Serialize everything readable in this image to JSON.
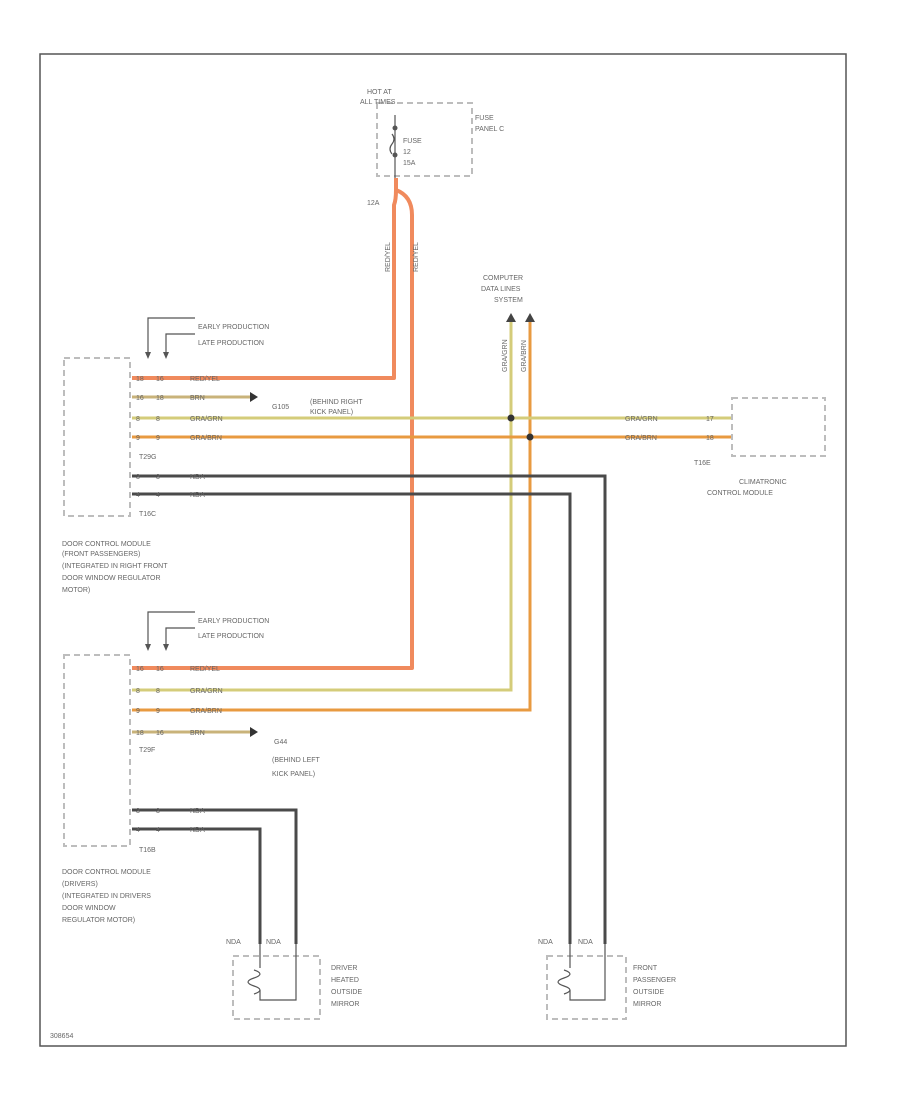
{
  "colors": {
    "red_yel": "#f08a5d",
    "gra_yel": "#d4cc7a",
    "gra_grn": "#c8cc6e",
    "gra_brn": "#e89a40",
    "brn": "#c9b37a",
    "nda": "#4a4a4a",
    "frame": "#555555",
    "box": "#bdbdbd"
  },
  "fuse": {
    "hot_label": [
      "HOT AT",
      "ALL TIMES"
    ],
    "fuse_label": [
      "FUSE",
      "12",
      "15A"
    ],
    "panel_label": [
      "FUSE",
      "PANEL C"
    ],
    "pin_label": "12A"
  },
  "computer": [
    "COMPUTER",
    "DATA LINES",
    "SYSTEM"
  ],
  "wire_codes": {
    "red_yel": "RED/YEL",
    "brn": "BRN",
    "gra_yel": "GRA/GRN",
    "gra_brn": "GRA/BRN",
    "nda": "NDA"
  },
  "pins": {
    "m1": [
      [
        "18",
        "16"
      ],
      [
        "16",
        "18"
      ],
      [
        "8",
        "8"
      ],
      [
        "9",
        "9"
      ]
    ],
    "m1_lower": [
      [
        "3",
        "3"
      ],
      [
        "4",
        "4"
      ]
    ],
    "m2": [
      [
        "16",
        "16"
      ],
      [
        "8",
        "8"
      ],
      [
        "9",
        "9"
      ],
      [
        "18",
        "16"
      ]
    ],
    "m2_lower": [
      [
        "3",
        "3"
      ],
      [
        "4",
        "4"
      ]
    ],
    "clim": [
      "17",
      "18"
    ]
  },
  "production": {
    "early": "EARLY PRODUCTION",
    "late": "LATE PRODUCTION"
  },
  "ground_right": [
    "G105",
    "(BEHIND RIGHT",
    "KICK PANEL)"
  ],
  "ground_left": [
    "G44",
    "(BEHIND LEFT",
    "KICK PANEL)"
  ],
  "connectors": {
    "t29g": "T29G",
    "t16c": "T16C",
    "t29f": "T29F",
    "t16b": "T16B",
    "t16e": "T16E"
  },
  "module_front": [
    "DOOR CONTROL MODULE",
    "(FRONT PASSENGERS)",
    "(INTEGRATED IN RIGHT FRONT",
    "DOOR WINDOW REGULATOR",
    "MOTOR)"
  ],
  "module_driver": [
    "DOOR CONTROL MODULE",
    "(DRIVERS)",
    "(INTEGRATED IN DRIVERS",
    "DOOR WINDOW",
    "REGULATOR MOTOR)"
  ],
  "climatronic": [
    "CLIMATRONIC",
    "CONTROL MODULE"
  ],
  "mirror_driver": [
    "DRIVER",
    "HEATED",
    "OUTSIDE",
    "MIRROR"
  ],
  "mirror_passenger": [
    "FRONT",
    "PASSENGER",
    "OUTSIDE",
    "MIRROR"
  ],
  "footer_code": "308654"
}
